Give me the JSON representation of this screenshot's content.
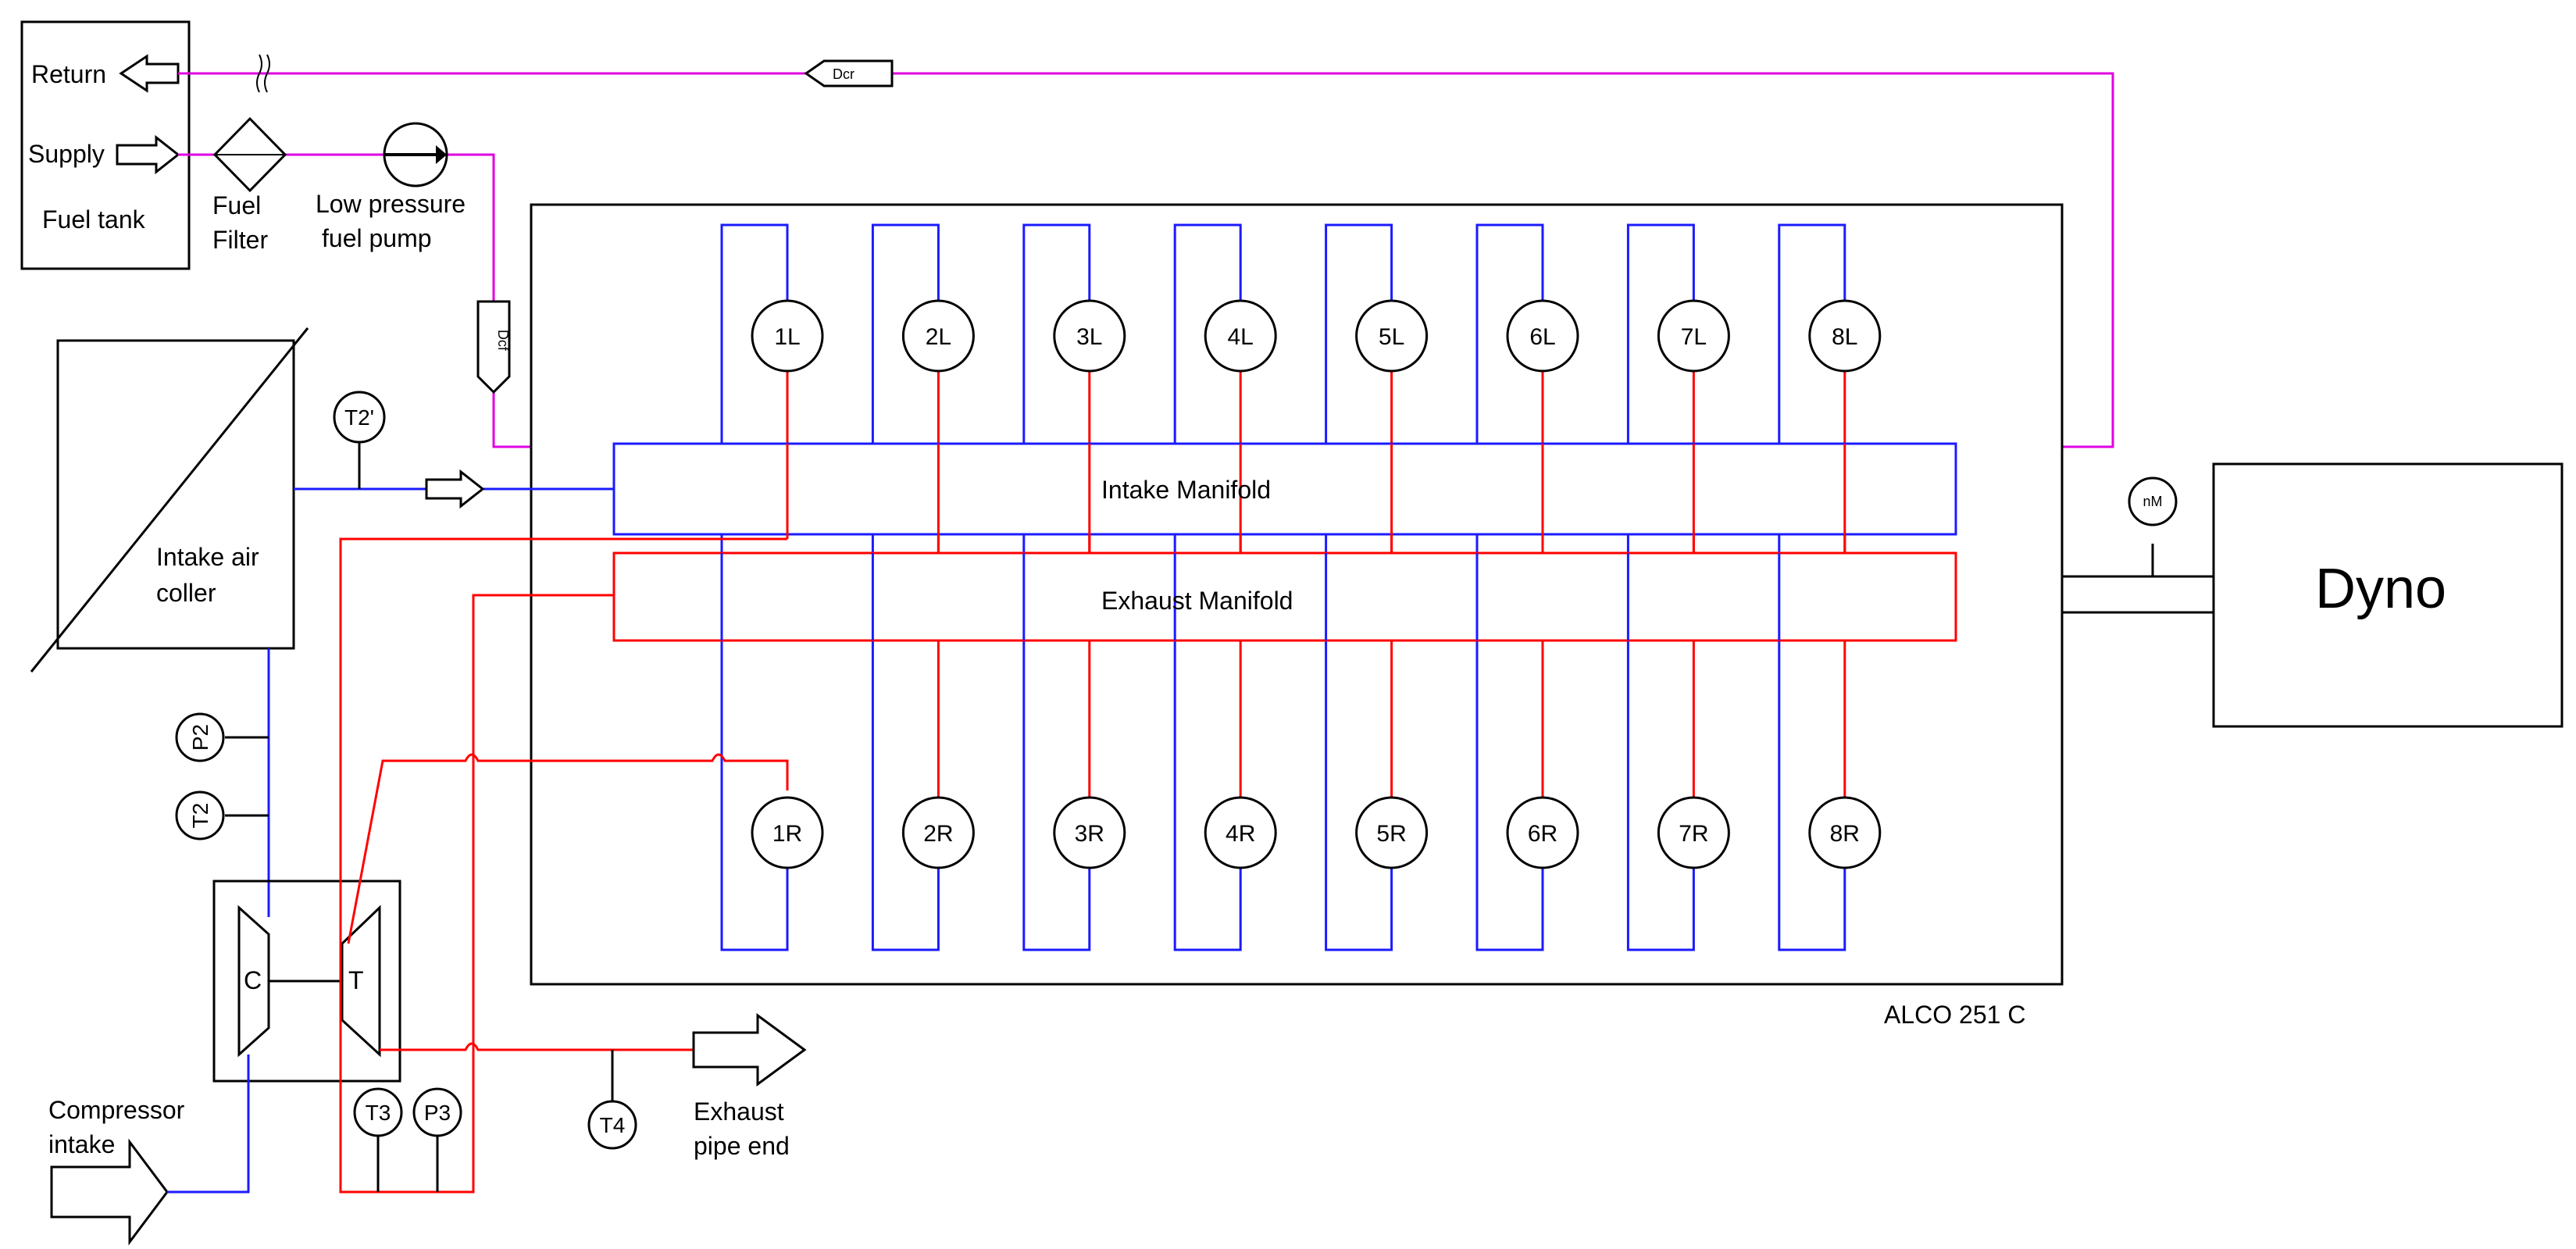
{
  "fuel_system": {
    "return_label": "Return",
    "supply_label": "Supply",
    "tank_label": "Fuel tank",
    "filter_label_1": "Fuel",
    "filter_label_2": "Filter",
    "pump_label_1": "Low pressure",
    "pump_label_2": "fuel pump",
    "flow_meter_return": "Dcr",
    "flow_meter_supply": "Dcf"
  },
  "engine": {
    "name": "ALCO 251 C",
    "intake_manifold": "Intake Manifold",
    "exhaust_manifold": "Exhaust Manifold",
    "left_cylinders": [
      "1L",
      "2L",
      "3L",
      "4L",
      "5L",
      "6L",
      "7L",
      "8L"
    ],
    "right_cylinders": [
      "1R",
      "2R",
      "3R",
      "4R",
      "5R",
      "6R",
      "7R",
      "8R"
    ]
  },
  "cooler": {
    "label_1": "Intake air",
    "label_2": "coller"
  },
  "turbo": {
    "compressor": "C",
    "turbine": "T"
  },
  "sensors": {
    "t2_prime": "T2'",
    "p2": "P2",
    "t2": "T2",
    "t3": "T3",
    "p3": "P3",
    "t4": "T4",
    "nm": "nM"
  },
  "compressor_intake": {
    "label_1": "Compressor",
    "label_2": "intake"
  },
  "exhaust_end": {
    "label_1": "Exhaust",
    "label_2": "pipe end"
  },
  "dyno": {
    "label": "Dyno"
  },
  "colors": {
    "air": "#1b1bff",
    "exhaust": "#ff0000",
    "fuel": "#e000e0"
  }
}
